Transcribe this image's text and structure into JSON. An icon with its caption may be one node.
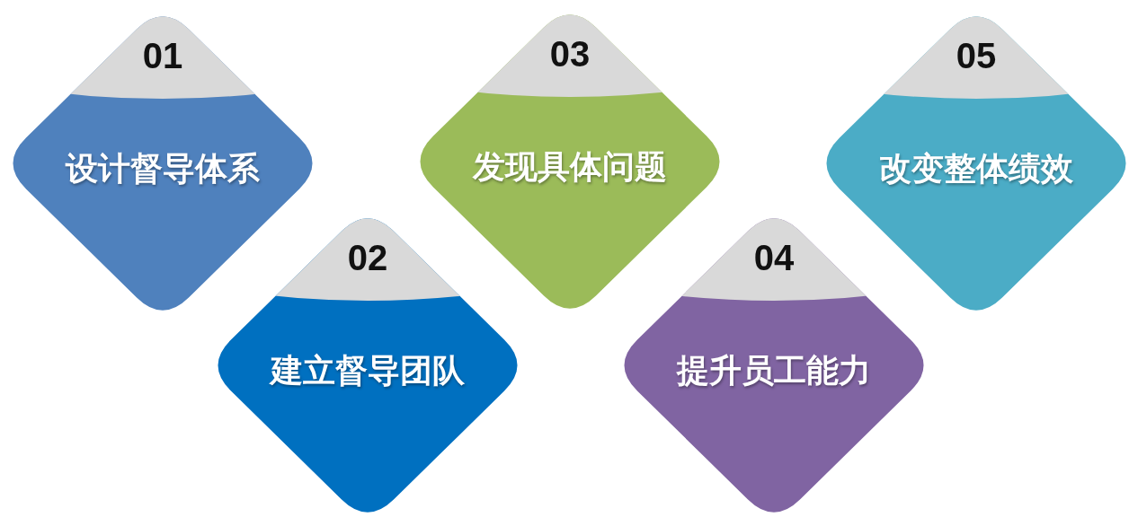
{
  "diagram": {
    "nodes": [
      {
        "text": [
          "01",
          "设计督导体系"
        ]
      },
      {
        "text": [
          "02",
          "建立督导团队"
        ]
      },
      {
        "text": [
          "03",
          "发现具体问题"
        ]
      },
      {
        "text": [
          "04",
          "提升员工能力"
        ]
      },
      {
        "text": [
          "05",
          "改变整体绩效"
        ]
      }
    ]
  }
}
